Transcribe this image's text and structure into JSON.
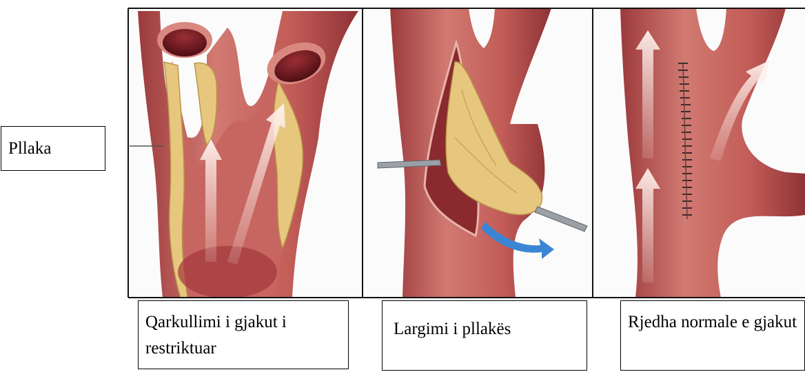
{
  "labels": {
    "plaque": "Pllaka"
  },
  "captions": [
    "Qarkullimi i gjakut i restriktuar",
    "Largimi i pllakës",
    "Rjedha normale e gjakut"
  ],
  "colors": {
    "vessel_wall": "#b84e4d",
    "vessel_dark": "#7a1d24",
    "vessel_inner": "#c96a63",
    "plaque": "#e7c77e",
    "plaque_dark": "#b8964b",
    "lumen": "#5c1117",
    "background": "#fbfbfb",
    "flow_arrow": "#f7dcd6",
    "removed_flow_arrow": "#3a86d4",
    "instrument": "#9aa0a6",
    "panel_border": "#111111"
  },
  "icons": [
    "flow-arrow-icon",
    "surgical-instrument-icon",
    "sutures-icon"
  ]
}
